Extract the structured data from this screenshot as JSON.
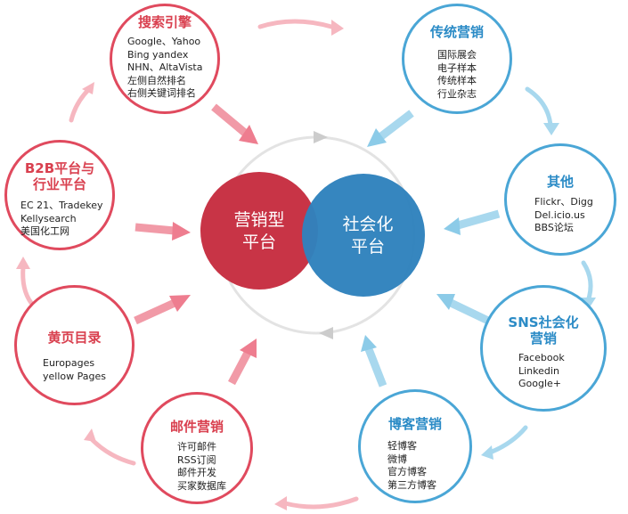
{
  "colors": {
    "red": "#e04a5e",
    "blue": "#4aa6d6",
    "center_red": "#c83446",
    "center_blue": "#2f82bd"
  },
  "center": {
    "left_lines": [
      "营销型",
      "平台"
    ],
    "right_lines": [
      "社会化",
      "平台"
    ]
  },
  "nodes": {
    "search": {
      "title": [
        "搜索引擎"
      ],
      "items": [
        "Google、Yahoo",
        "Bing yandex",
        "NHN、AltaVista",
        "左侧自然排名",
        "右侧关键词排名"
      ]
    },
    "traditional": {
      "title": [
        "传统营销"
      ],
      "items": [
        "国际展会",
        "电子样本",
        "传统样本",
        "行业杂志"
      ]
    },
    "b2b": {
      "title": [
        "B2B平台与",
        "行业平台"
      ],
      "items": [
        "EC 21、Tradekey",
        "Kellysearch",
        "美国化工网"
      ]
    },
    "other": {
      "title": [
        "其他"
      ],
      "items": [
        "Flickr、Digg",
        "Del.icio.us",
        "BBS论坛"
      ]
    },
    "yellow": {
      "title": [
        "黄页目录"
      ],
      "items": [
        "Europages",
        "yellow Pages"
      ]
    },
    "sns": {
      "title": [
        "SNS社会化",
        "营销"
      ],
      "items": [
        "Facebook",
        "Linkedin",
        "Google+"
      ]
    },
    "email": {
      "title": [
        "邮件营销"
      ],
      "items": [
        "许可邮件",
        "RSS订阅",
        "邮件开发",
        "买家数据库"
      ]
    },
    "blog": {
      "title": [
        "博客营销"
      ],
      "items": [
        "轻博客",
        "微博",
        "官方博客",
        "第三方博客"
      ]
    }
  }
}
